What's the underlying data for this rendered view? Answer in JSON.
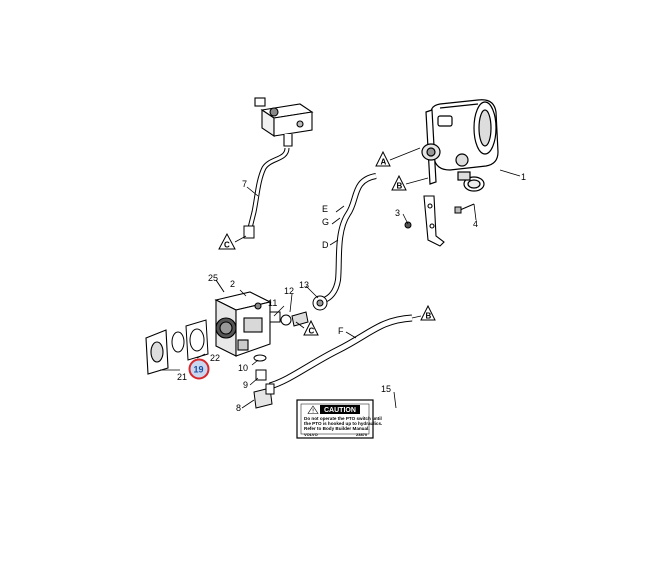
{
  "callouts": {
    "c1": "1",
    "c2": "2",
    "c3": "3",
    "c4": "4",
    "c7": "7",
    "c8": "8",
    "c9": "9",
    "c10": "10",
    "c11": "11",
    "c12": "12",
    "c13": "13",
    "c15": "15",
    "c19": "19",
    "c21": "21",
    "c22": "22",
    "c25": "25",
    "D": "D",
    "E": "E",
    "F": "F",
    "G": "G"
  },
  "refs": {
    "A_top": "A",
    "B_top": "B",
    "C_top": "C",
    "C_mid": "C",
    "B_right": "B"
  },
  "caution_decal": {
    "title": "CAUTION",
    "line1": "Do not operate the PTO switch until",
    "line2": "the PTO is hooked up to hydraulics.",
    "line3": "Refer to Body Builder Manual.",
    "brand": "VOLVO",
    "code": "23870"
  },
  "highlight": {
    "color": "#d9262b",
    "fill": "#c9d6ef",
    "callout": "19"
  }
}
